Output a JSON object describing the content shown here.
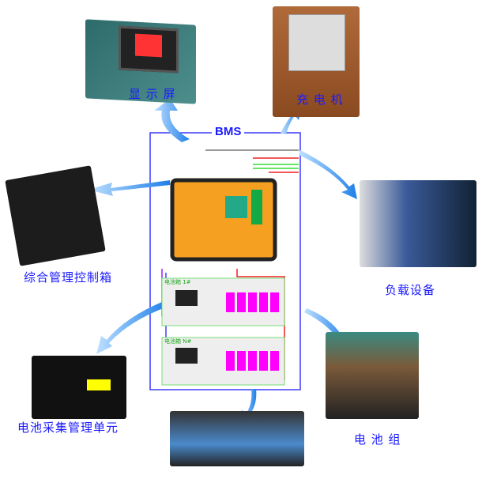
{
  "title": "BMS",
  "nodes": {
    "display": "显 示 屏",
    "charger": "充 电 机",
    "control_box": "综合管理控制箱",
    "load": "负载设备",
    "collector": "电池采集管理单元",
    "battery_pack": "电 池 组"
  },
  "boxes": {
    "box1": "电池箱 1#",
    "boxN": "电池箱 N#"
  },
  "colors": {
    "arrow": "#2a8cf0",
    "frame": "#3a3aff",
    "label": "#1a1aff"
  }
}
